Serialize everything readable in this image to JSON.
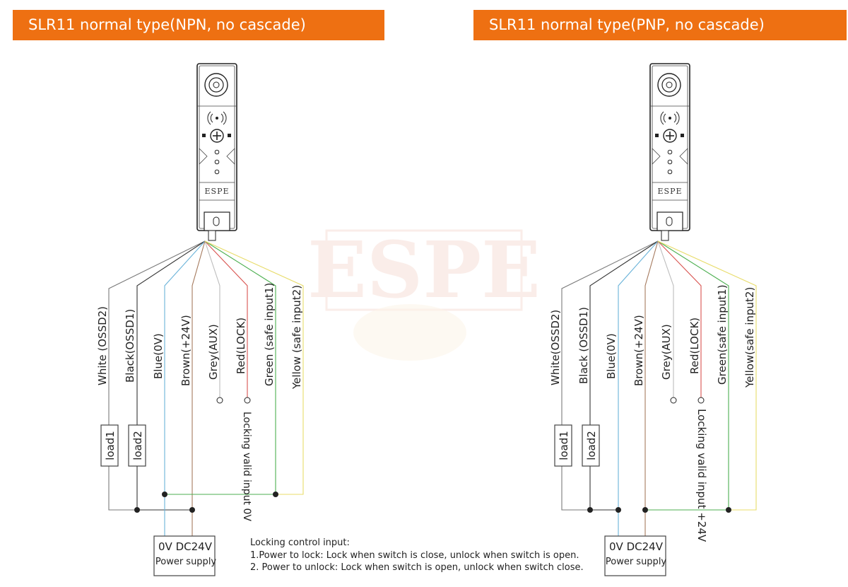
{
  "banners": {
    "left": "SLR11 normal type(NPN, no cascade)",
    "right": "SLR11 normal type(PNP, no cascade)"
  },
  "device": {
    "brand": "ESPE"
  },
  "watermark": {
    "text": "ESPE"
  },
  "npn": {
    "wires": {
      "white": "White (OSSD2)",
      "black": "Black(OSSD1)",
      "blue": "Blue(0V)",
      "brown": "Brown(+24V)",
      "grey": "Grey(AUX)",
      "red": "Red(LOCK)",
      "green": "Green (safe input1)",
      "yellow": "Yellow (safe input2)"
    },
    "loads": {
      "load1": "load1",
      "load2": "load2"
    },
    "locking_note": "Locking valid input 0V",
    "power": {
      "voltage": "0V DC24V",
      "label": "Power supply"
    }
  },
  "pnp": {
    "wires": {
      "white": "White(OSSD2)",
      "black": "Black (OSSD1)",
      "blue": "Blue(0V)",
      "brown": "Brown(+24V)",
      "grey": "Grey(AUX)",
      "red": "Red(LOCK)",
      "green": "Green(safe input1)",
      "yellow": "Yellow(safe input2)"
    },
    "loads": {
      "load1": "load1",
      "load2": "load2"
    },
    "locking_note": "Locking valid input +24V",
    "power": {
      "voltage": "0V DC24V",
      "label": "Power supply"
    }
  },
  "locking_control": {
    "title": "Locking control input:",
    "line1": "1.Power to lock: Lock when switch is close, unlock when switch is open.",
    "line2": "2. Power to unlock: Lock when switch is open, unlock when switch close."
  },
  "colors": {
    "banner": "#ee7012",
    "white_wire": "#7a7a7a",
    "black_wire": "#333333",
    "blue_wire": "#6ab3d9",
    "brown_wire": "#a57a5e",
    "grey_wire": "#bdbdbd",
    "red_wire": "#d9534f",
    "green_wire": "#4caf50",
    "yellow_wire": "#e8dc6a"
  }
}
